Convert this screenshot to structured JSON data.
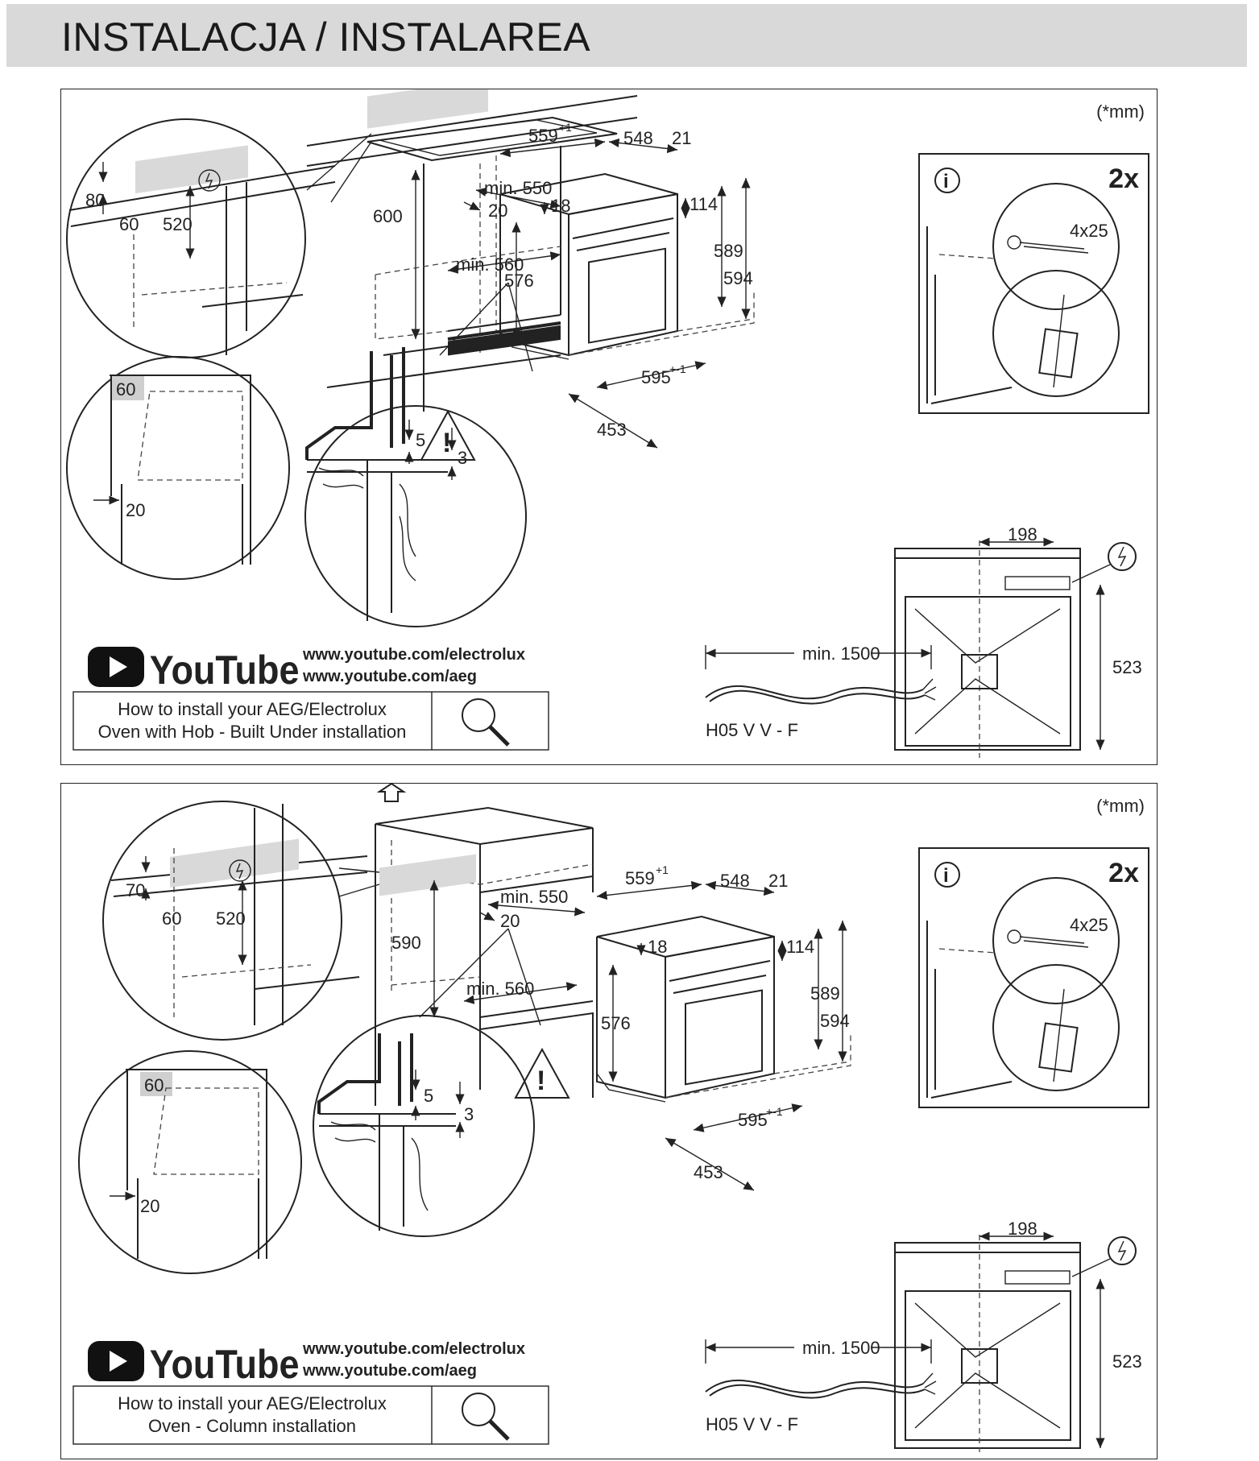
{
  "header": {
    "title": "INSTALACJA / INSTALAREA"
  },
  "panels": [
    {
      "unit_note": "(*mm)",
      "dims": {
        "cut_a": "80",
        "cut_b": "60",
        "cut_c": "520",
        "niche_h": "600",
        "niche_w": "min. 550",
        "niche_gap": "20",
        "niche_d": "min. 560",
        "side_60": "60",
        "side_20": "20",
        "gap_5": "5",
        "gap_3": "3",
        "oven_559": "559",
        "oven_559_tol": "+1",
        "oven_548": "548",
        "oven_21": "21",
        "oven_18": "18",
        "oven_114": "114",
        "oven_576": "576",
        "oven_589": "589",
        "oven_594": "594",
        "oven_595": "595",
        "oven_595_tol": "+-1",
        "oven_453": "453"
      },
      "info": {
        "count": "2x",
        "screw": "4x25"
      },
      "back": {
        "w": "198",
        "h": "523"
      },
      "cable": {
        "length": "min. 1500",
        "type": "H05 V V - F"
      },
      "youtube": {
        "brand": "YouTube",
        "url1": "www.youtube.com/electrolux",
        "url2": "www.youtube.com/aeg"
      },
      "search": {
        "line1": "How to install your AEG/Electrolux",
        "line2": "Oven with Hob - Built Under installation"
      }
    },
    {
      "unit_note": "(*mm)",
      "dims": {
        "cut_a": "70",
        "cut_b": "60",
        "cut_c": "520",
        "niche_h": "590",
        "niche_w": "min. 550",
        "niche_gap": "20",
        "niche_d": "min. 560",
        "side_60": "60",
        "side_20": "20",
        "gap_5": "5",
        "gap_3": "3",
        "oven_559": "559",
        "oven_559_tol": "+1",
        "oven_548": "548",
        "oven_21": "21",
        "oven_18": "18",
        "oven_114": "114",
        "oven_576": "576",
        "oven_589": "589",
        "oven_594": "594",
        "oven_595": "595",
        "oven_595_tol": "+-1",
        "oven_453": "453"
      },
      "info": {
        "count": "2x",
        "screw": "4x25"
      },
      "back": {
        "w": "198",
        "h": "523"
      },
      "cable": {
        "length": "min. 1500",
        "type": "H05 V V - F"
      },
      "youtube": {
        "brand": "YouTube",
        "url1": "www.youtube.com/electrolux",
        "url2": "www.youtube.com/aeg"
      },
      "search": {
        "line1": "How to install your AEG/Electrolux",
        "line2": "Oven - Column installation"
      }
    }
  ]
}
